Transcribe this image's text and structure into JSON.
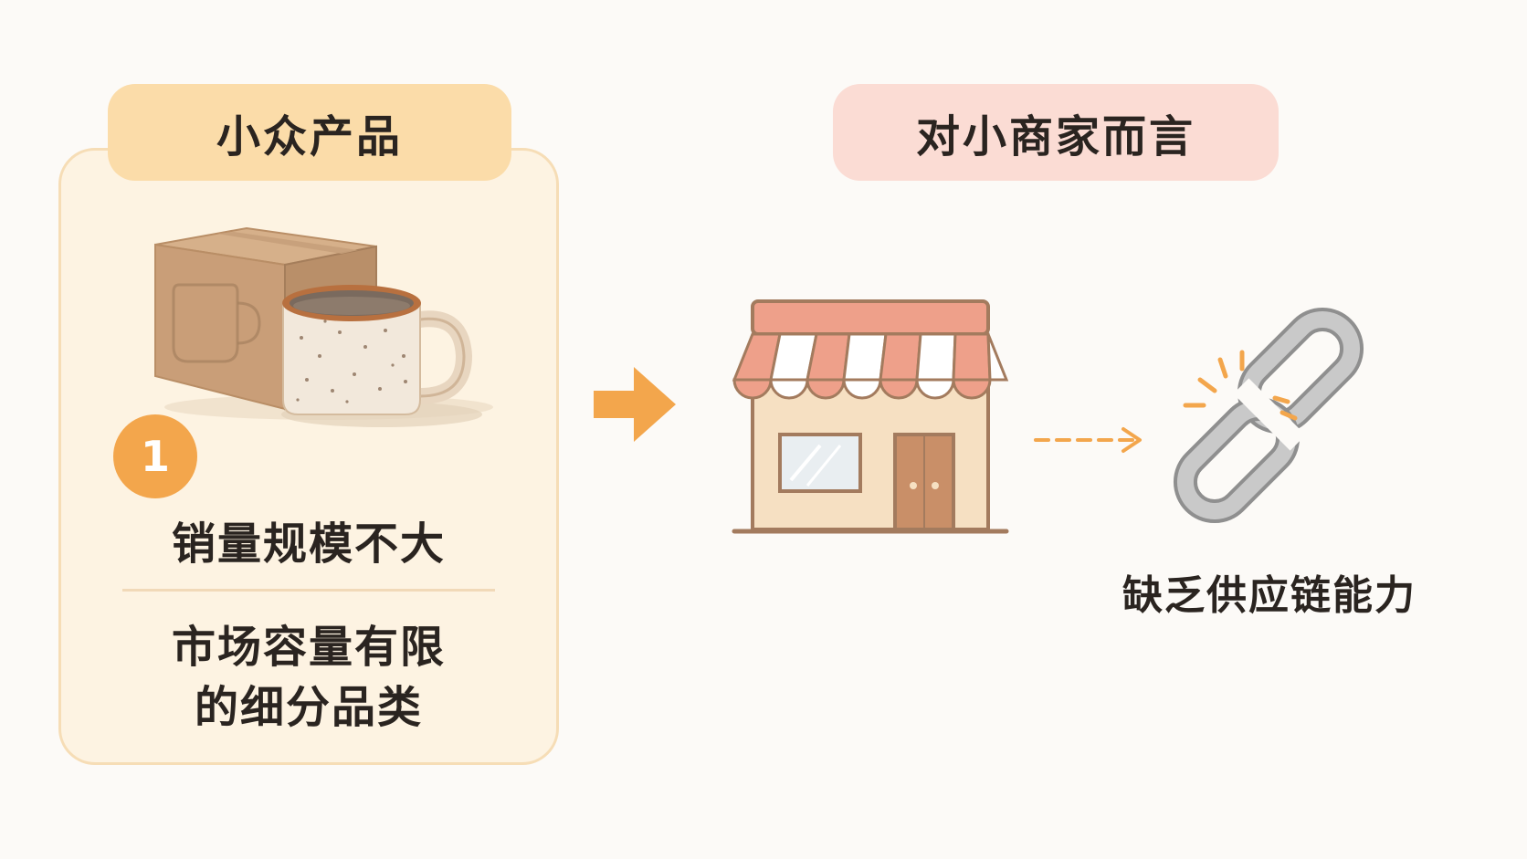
{
  "left_panel": {
    "header": "小众产品",
    "step_number": "1",
    "sales_text": "销量规模不大",
    "market_text_line1": "市场容量有限",
    "market_text_line2": "的细分品类"
  },
  "right_panel": {
    "header": "对小商家而言",
    "supply_chain_text": "缺乏供应链能力"
  },
  "icons": {
    "product": "box-and-mug-icon",
    "arrow": "right-arrow-icon",
    "store": "storefront-icon",
    "dashed_arrow": "dashed-arrow-icon",
    "chain": "broken-chain-icon"
  },
  "colors": {
    "left_header_bg": "#fbdca9",
    "right_header_bg": "#fbdcd4",
    "accent_orange": "#f3a64c",
    "awning_pink": "#eea08a"
  }
}
